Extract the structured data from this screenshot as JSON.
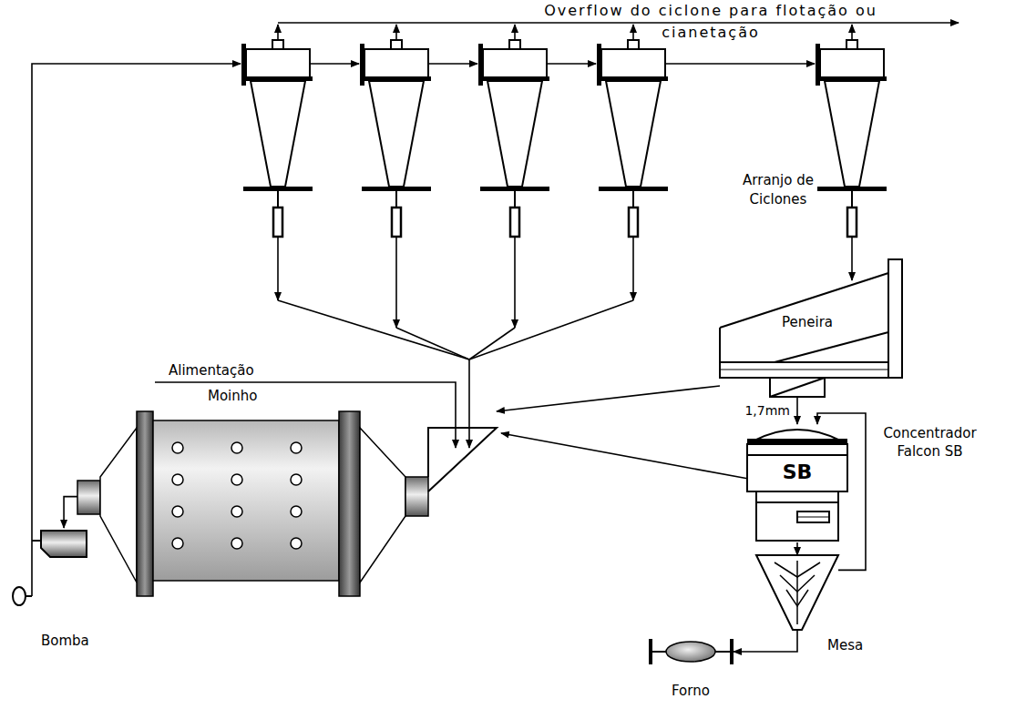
{
  "diagram": {
    "nodes": [
      {
        "text": [
          "Peneira"
        ]
      },
      {
        "text": [
          "Moinho"
        ]
      },
      {
        "text": [
          "SB",
          "Concentrador Falcon SB"
        ]
      },
      {
        "text": [
          "Bomba"
        ]
      },
      {
        "text": [
          "Mesa"
        ]
      },
      {
        "text": [
          "Forno"
        ]
      }
    ],
    "edges": [
      {
        "from": 1,
        "to": 3,
        "arrow": "to"
      },
      {
        "from": 0,
        "to": 1,
        "arrow": "to"
      },
      {
        "from": 0,
        "to": 2,
        "label": "1,7mm",
        "arrow": "to"
      },
      {
        "from": 2,
        "to": 1,
        "arrow": "to"
      },
      {
        "from": 2,
        "to": 4,
        "arrow": "to"
      },
      {
        "from": 4,
        "to": 2,
        "arrow": "to"
      },
      {
        "from": 4,
        "to": 5,
        "arrow": "to"
      }
    ],
    "labels": [
      "Overflow do ciclone para flotação ou cianetação",
      "Arranjo de Ciclones",
      "Alimentação"
    ]
  }
}
